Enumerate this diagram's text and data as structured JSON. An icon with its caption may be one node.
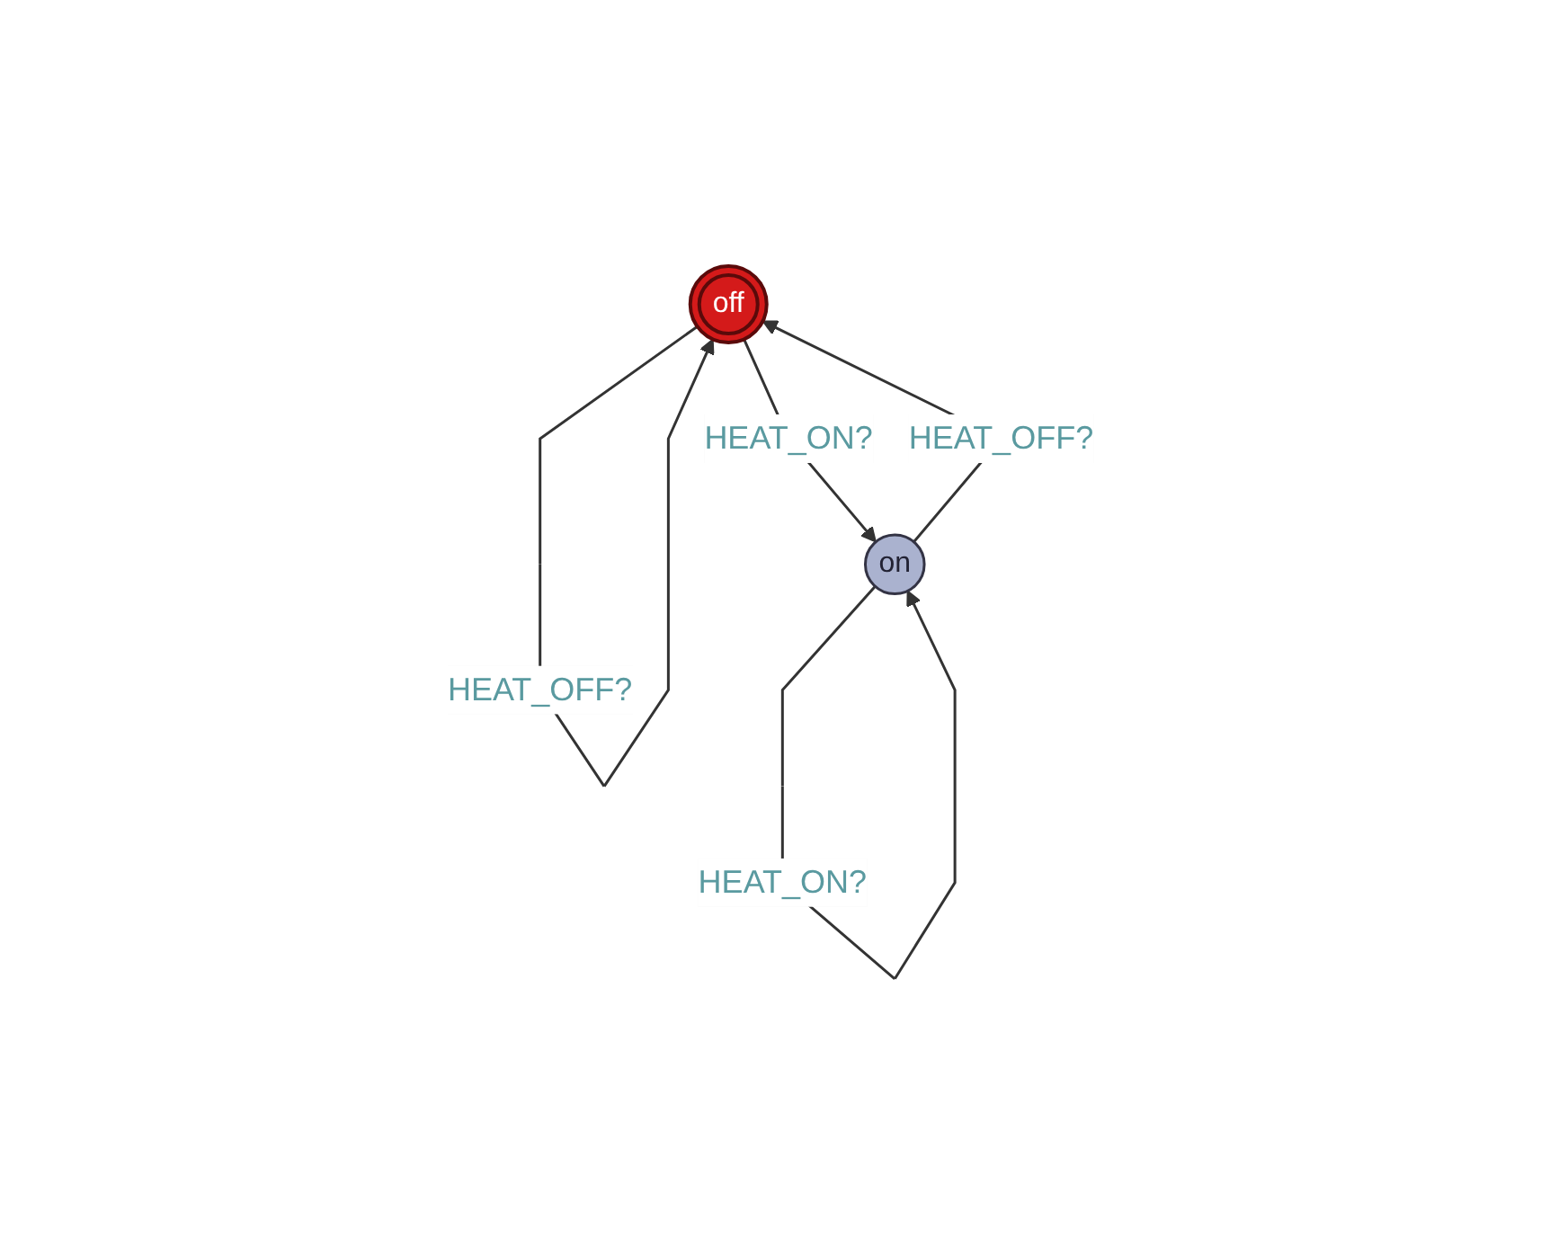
{
  "diagram": {
    "nodes": [
      {
        "text": [
          "off"
        ]
      },
      {
        "text": [
          "on"
        ]
      }
    ],
    "edges": [
      {
        "from": 0,
        "to": 0,
        "arrow": "to",
        "label": "HEAT_OFF?"
      },
      {
        "from": 0,
        "to": 1,
        "arrow": "to",
        "label": "HEAT_ON?"
      },
      {
        "from": 1,
        "to": 0,
        "arrow": "to",
        "label": "HEAT_OFF?"
      },
      {
        "from": 1,
        "to": 1,
        "arrow": "to",
        "label": "HEAT_ON?"
      }
    ]
  }
}
